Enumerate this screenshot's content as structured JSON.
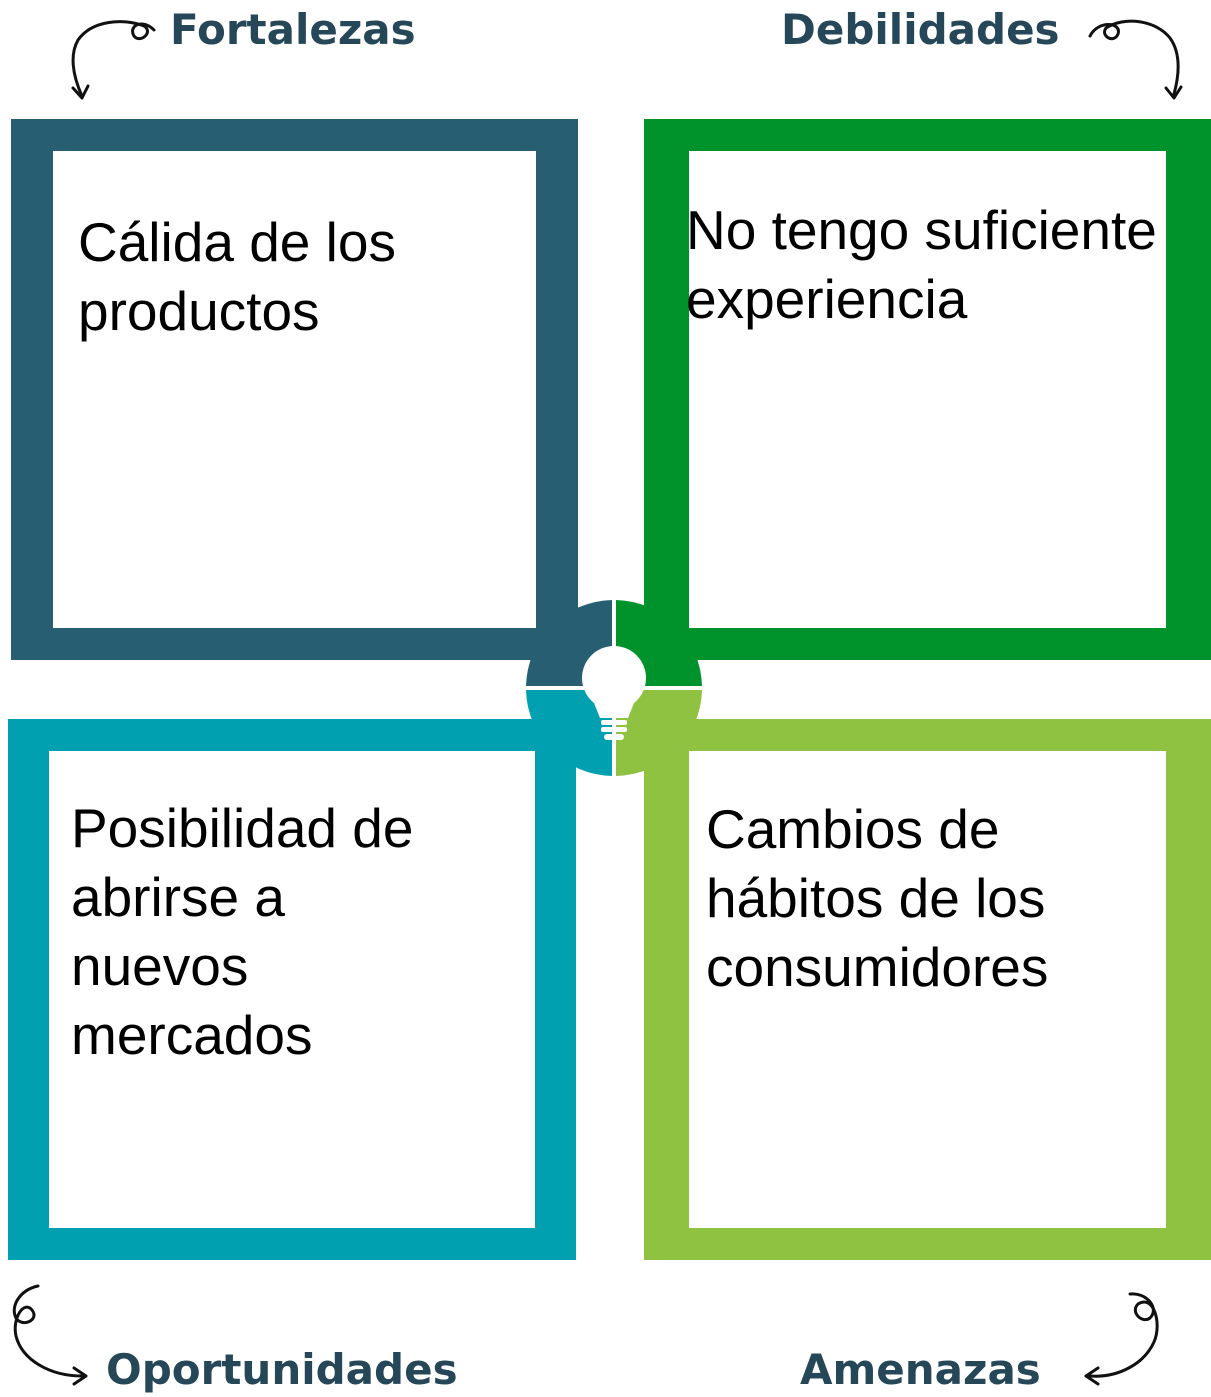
{
  "quadrants": {
    "top_left": {
      "heading": "Fortalezas",
      "text": "Cálida de los\nproductos",
      "color": "#285e72"
    },
    "top_right": {
      "heading": "Debilidades",
      "text": "No tengo suficiente\nexperiencia",
      "color": "#01932b"
    },
    "bottom_left": {
      "heading": "Oportunidades",
      "text": "Posibilidad de\nabrirse a\nnuevos\nmercados",
      "color": "#00a0b0"
    },
    "bottom_right": {
      "heading": "Amenazas",
      "text": "Cambios de\nhábitos de los\nconsumidores",
      "color": "#8fc241"
    }
  },
  "heading_color": "#254758",
  "center_icon": "lightbulb-icon",
  "arrow_icon": "curly-arrow-icon"
}
